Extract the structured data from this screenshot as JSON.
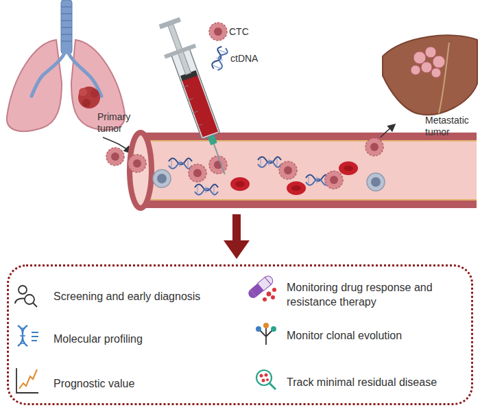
{
  "diagram": {
    "nodes": [
      {
        "text": [
          "Screening and early diagnosis",
          "Monitoring drug response and resistance therapy",
          "Molecular profiling",
          "Monitor clonal evolution",
          "Prognostic value",
          "Track minimal residual disease"
        ]
      }
    ],
    "labels": [
      "Primary tumor",
      "Metastatic tumor"
    ],
    "legend": [
      {
        "text": "CTC"
      },
      {
        "text": "ctDNA"
      }
    ]
  }
}
